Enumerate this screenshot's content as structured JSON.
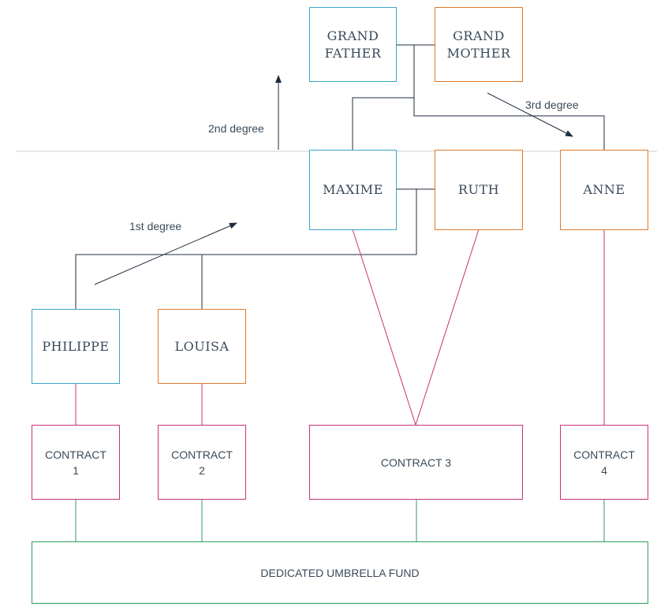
{
  "persons": {
    "grandfather": "GRAND\nFATHER",
    "grandmother": "GRAND\nMOTHER",
    "maxime": "MAXIME",
    "ruth": "RUTH",
    "anne": "ANNE",
    "philippe": "PHILIPPE",
    "louisa": "LOUISA"
  },
  "contracts": {
    "c1": "CONTRACT\n1",
    "c2": "CONTRACT\n2",
    "c3": "CONTRACT 3",
    "c4": "CONTRACT\n4"
  },
  "fund": "DEDICATED UMBRELLA FUND",
  "degrees": {
    "first": "1st degree",
    "second": "2nd degree",
    "third": "3rd degree"
  },
  "colors": {
    "blue_border": "#3aa6c8",
    "orange_border": "#e07a2a",
    "contract_link": "#c8307a",
    "fund_link": "#2e9e5a",
    "family_link": "#1f2d3d",
    "divider": "#cccccc"
  }
}
